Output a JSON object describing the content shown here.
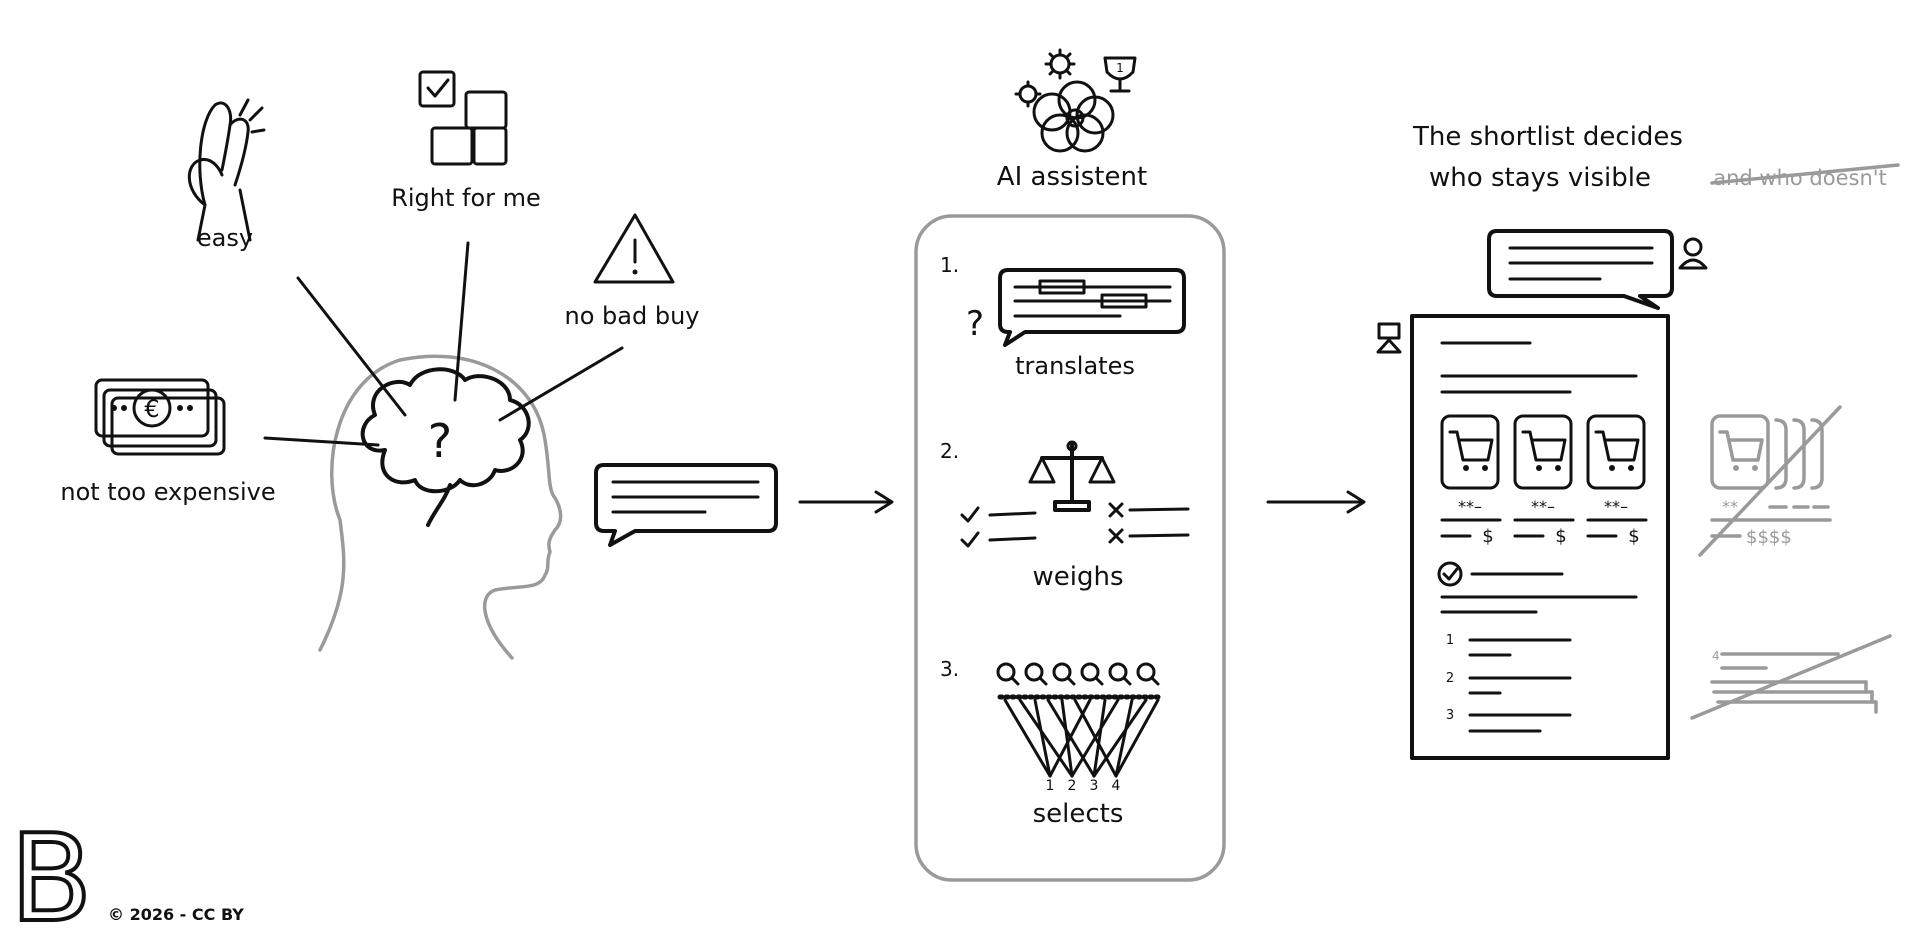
{
  "needs": {
    "easy": "easy",
    "right_for_me": "Right for me",
    "no_bad_buy": "no bad buy",
    "not_too_expensive": "not too expensive"
  },
  "assistant": {
    "title": "AI assistent",
    "steps": [
      {
        "number": "1.",
        "label": "translates"
      },
      {
        "number": "2.",
        "label": "weighs"
      },
      {
        "number": "3.",
        "label": "selects"
      }
    ],
    "rank_numbers": [
      "1",
      "2",
      "3",
      "4"
    ]
  },
  "shortlist": {
    "title_line1": "The shortlist decides",
    "title_line2": "who stays visible",
    "struck_text": "and who doesn't",
    "list_numbers": [
      "1",
      "2",
      "3"
    ],
    "rating_star": "**–",
    "price": "$",
    "struck_prices": "$$$$",
    "struck_rank": "4"
  },
  "footer": {
    "logo_letter": "B",
    "copyright": "© 2026 - CC BY"
  },
  "colors": {
    "ink": "#111111",
    "muted": "#9a9a9a",
    "background": "#ffffff"
  }
}
